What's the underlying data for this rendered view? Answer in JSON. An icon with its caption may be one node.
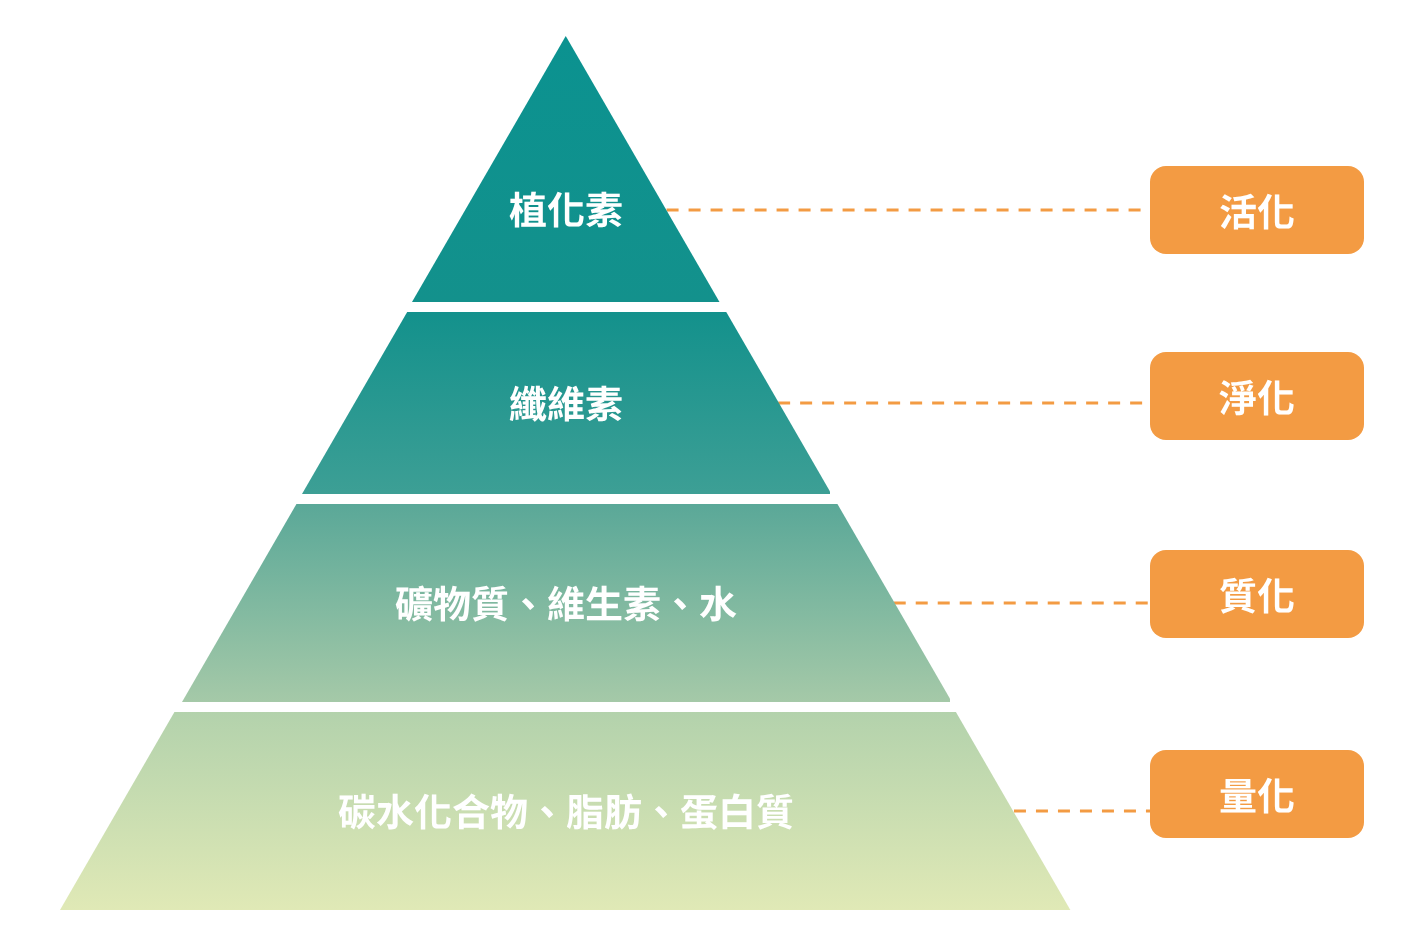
{
  "diagram": {
    "nodes": [
      {
        "text": [
          "植化素"
        ]
      },
      {
        "text": [
          "纖維素"
        ]
      },
      {
        "text": [
          "礦物質、維生素、水"
        ]
      },
      {
        "text": [
          "碳水化合物、脂肪、蛋白質"
        ]
      },
      {
        "text": [
          "活化"
        ]
      },
      {
        "text": [
          "淨化"
        ]
      },
      {
        "text": [
          "質化"
        ]
      },
      {
        "text": [
          "量化"
        ]
      }
    ],
    "edges": [
      {
        "from": 0,
        "to": 4,
        "arrow": "none",
        "style": "dashed"
      },
      {
        "from": 1,
        "to": 5,
        "arrow": "none",
        "style": "dashed"
      },
      {
        "from": 2,
        "to": 6,
        "arrow": "none",
        "style": "dashed"
      },
      {
        "from": 3,
        "to": 7,
        "arrow": "none",
        "style": "dashed"
      }
    ]
  }
}
